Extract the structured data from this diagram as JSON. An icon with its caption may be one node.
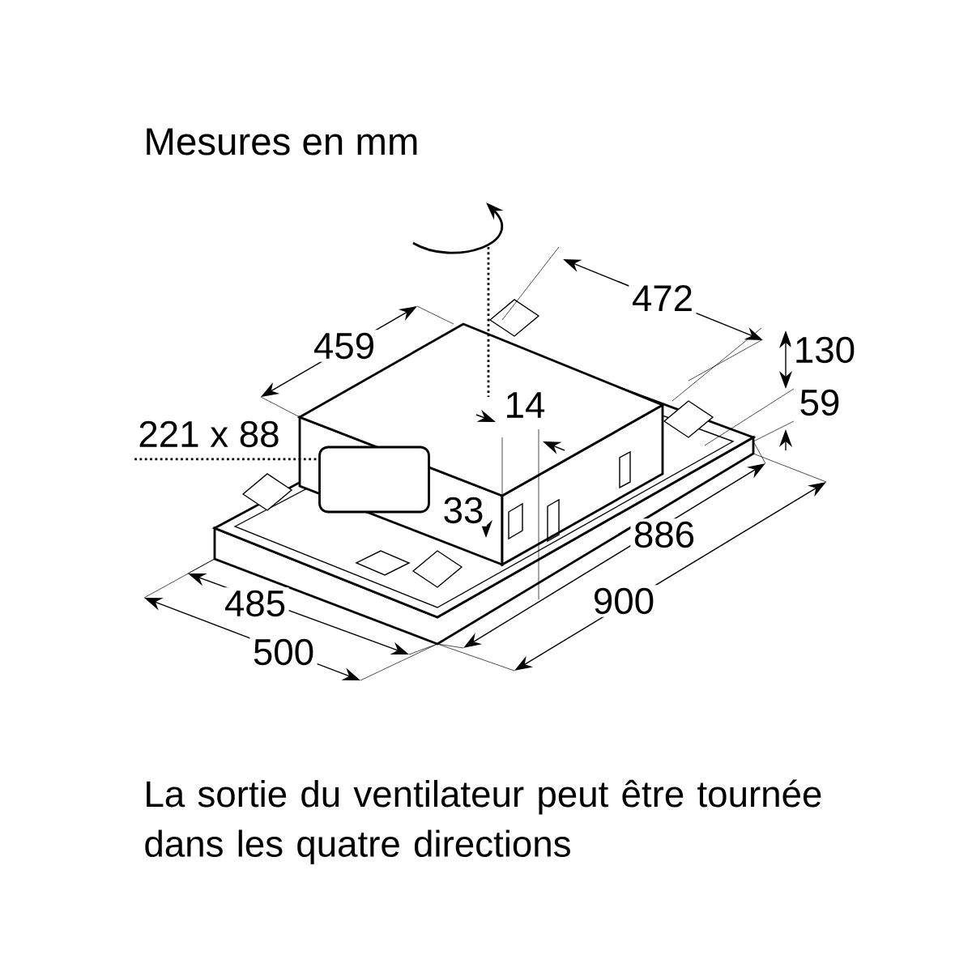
{
  "diagram": {
    "title": "Mesures en mm",
    "caption": "La sortie du ventilateur peut être tournée dans les quatre directions",
    "nodes": [
      {
        "text": [
          "221 x 88"
        ]
      },
      {
        "text": [],
        "shape": "box"
      }
    ],
    "edges": [
      {
        "from": 0,
        "to": 1,
        "arrow": "none",
        "style": "dashed"
      }
    ],
    "labels": [
      "472",
      "459",
      "130",
      "14",
      "59",
      "33",
      "886",
      "485",
      "900",
      "500"
    ]
  }
}
